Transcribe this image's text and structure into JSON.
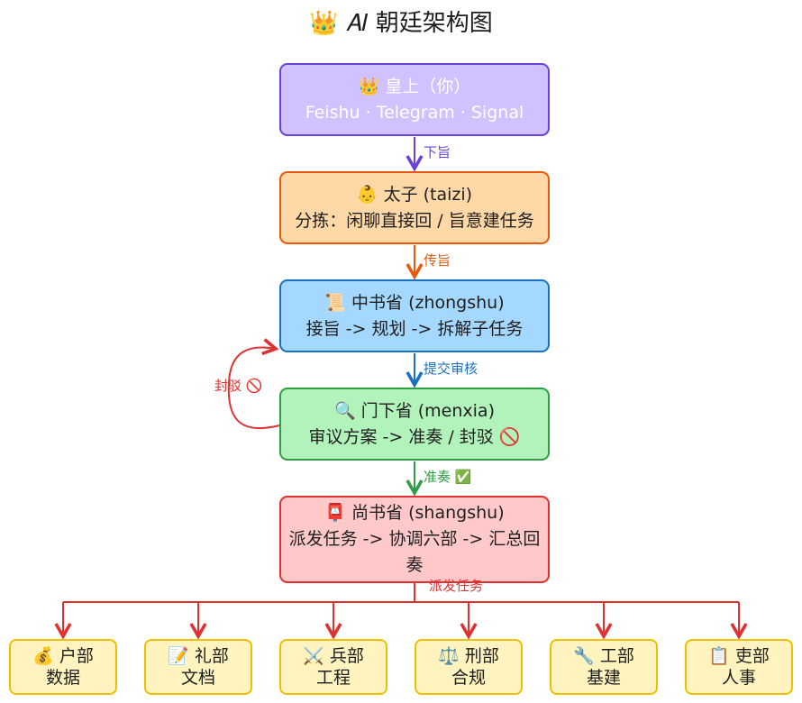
{
  "title": "👑 𝐴𝐼 朝廷架构图",
  "nodes": {
    "emperor": {
      "line1": "👑 皇上（你）",
      "line2": "Feishu · Telegram · Signal"
    },
    "taizi": {
      "line1": "👶 太子 (taizi)",
      "line2": "分拣：闲聊直接回 / 旨意建任务"
    },
    "zhongshu": {
      "line1": "📜 中书省 (zhongshu)",
      "line2": "接旨 -> 规划 -> 拆解子任务"
    },
    "menxia": {
      "line1": "🔍 门下省 (menxia)",
      "line2": "审议方案 -> 准奏 / 封驳 🚫"
    },
    "shangshu": {
      "line1": "📮 尚书省 (shangshu)",
      "line2": "派发任务 -> 协调六部 -> 汇总回奏"
    }
  },
  "edge_labels": {
    "emperor_taizi": "下旨",
    "taizi_zhongshu": "传旨",
    "zhongshu_menxia": "提交审核",
    "menxia_reject": "封驳 🚫",
    "menxia_shangshu": "准奏 ✅",
    "dispatch": "派发任务"
  },
  "departments": [
    {
      "name": "💰 户部",
      "duty": "数据"
    },
    {
      "name": "📝 礼部",
      "duty": "文档"
    },
    {
      "name": "⚔️ 兵部",
      "duty": "工程"
    },
    {
      "name": "⚖️ 刑部",
      "duty": "合规"
    },
    {
      "name": "🔧 工部",
      "duty": "基建"
    },
    {
      "name": "📋 吏部",
      "duty": "人事"
    }
  ],
  "colors": {
    "emperor": "#6b40d8",
    "taizi": "#e8590c",
    "zhongshu": "#1971c2",
    "menxia": "#2f9e44",
    "shangshu": "#e03131",
    "department_border": "#f0c000"
  }
}
